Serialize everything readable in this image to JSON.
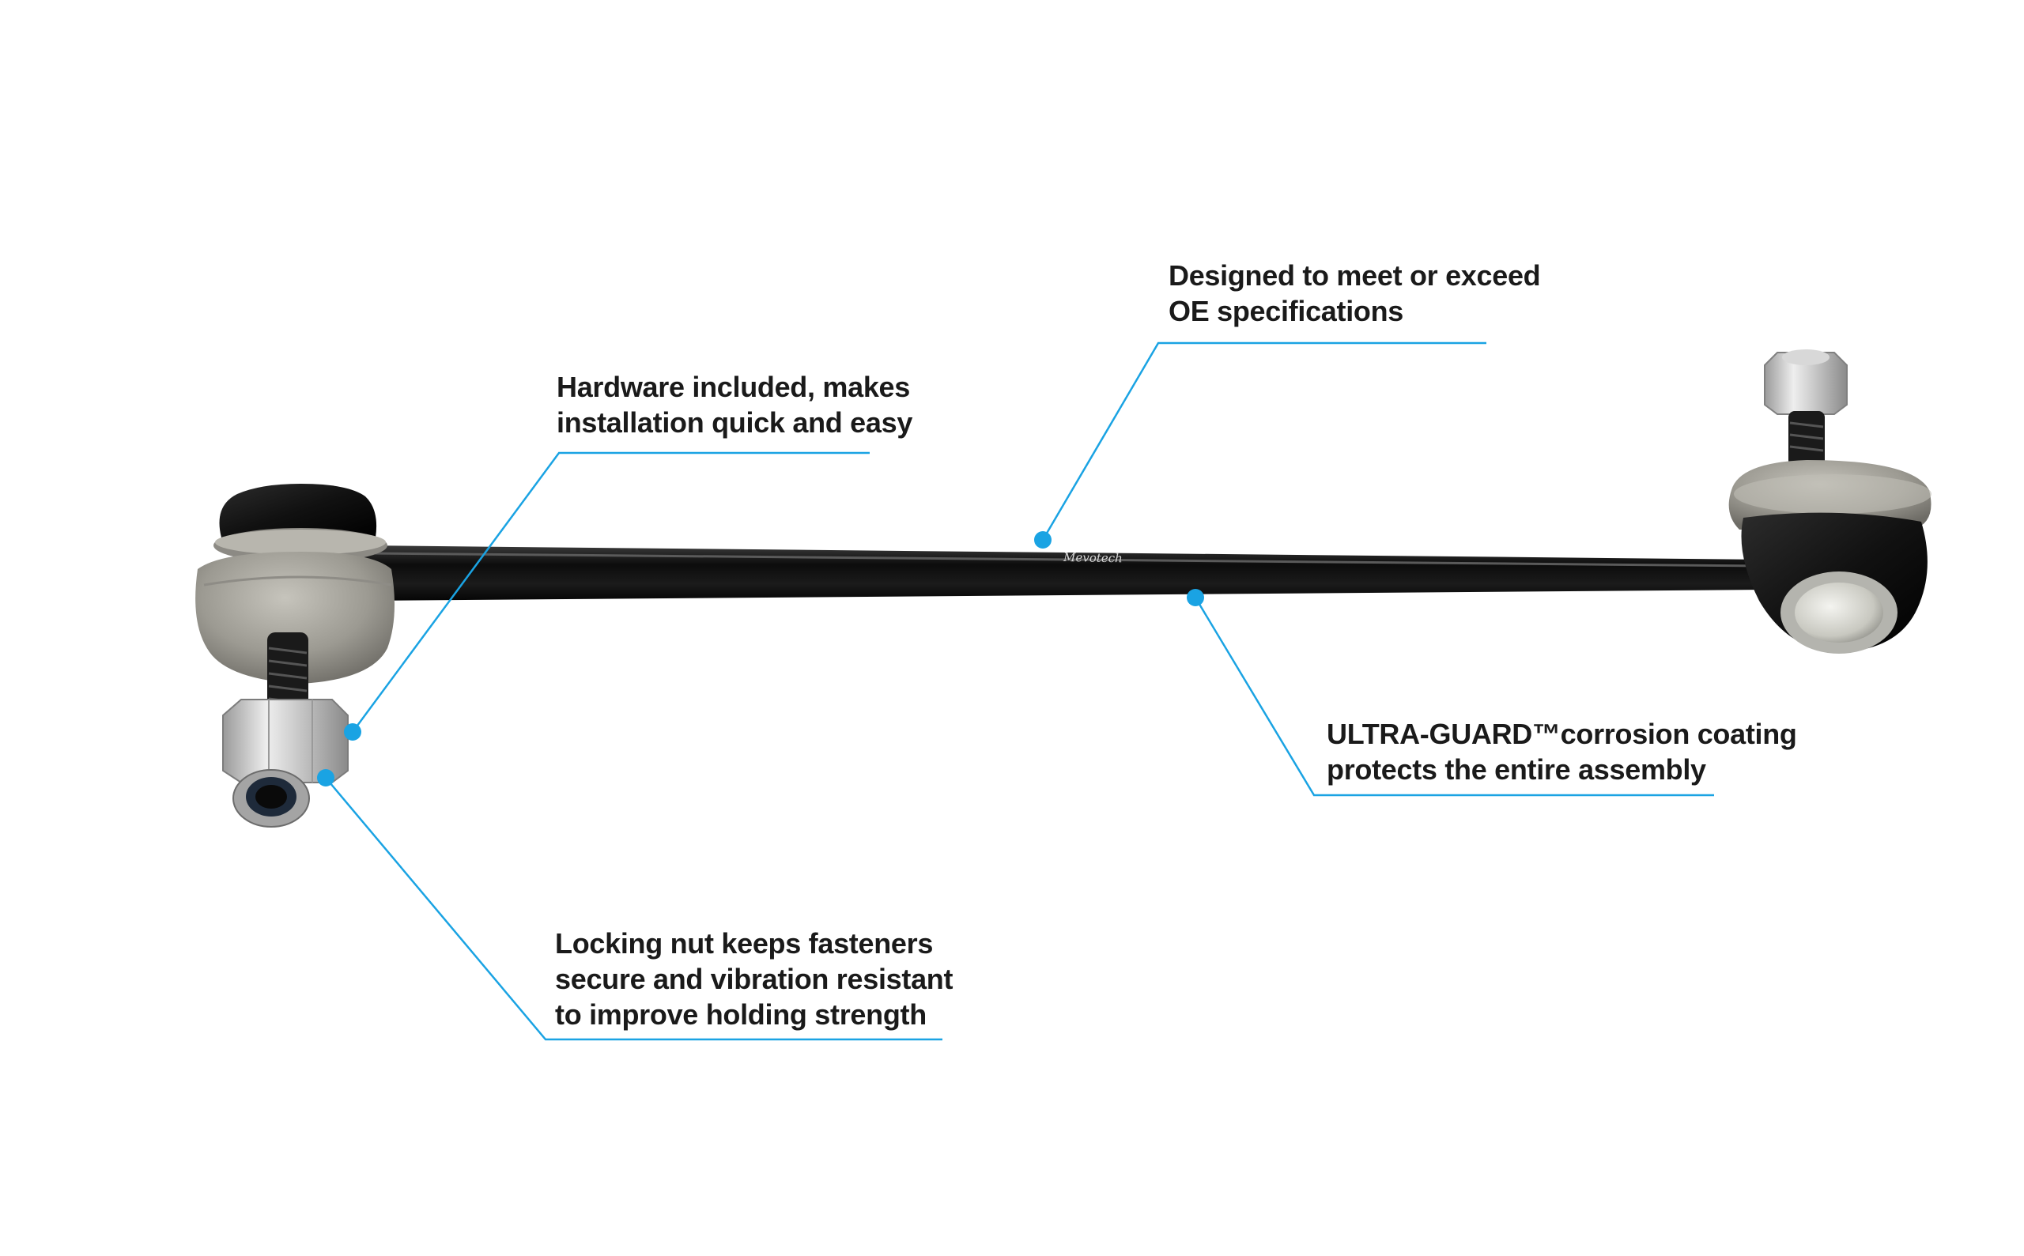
{
  "callouts": {
    "oe": {
      "lines": [
        "Designed to meet or exceed",
        "OE specifications"
      ]
    },
    "hardware": {
      "lines": [
        "Hardware included, makes",
        "installation quick and easy"
      ]
    },
    "coating": {
      "lines": [
        "ULTRA-GUARD™corrosion coating",
        "protects the entire assembly"
      ]
    },
    "nut": {
      "lines": [
        "Locking nut keeps fasteners",
        "secure and vibration resistant",
        "to improve holding strength"
      ]
    }
  },
  "product": {
    "logo_text": "Mevotech"
  },
  "colors": {
    "accent": "#1aa3e3",
    "text": "#1a1a1a",
    "rod": "#141414",
    "metal": "#a8a8a0"
  }
}
